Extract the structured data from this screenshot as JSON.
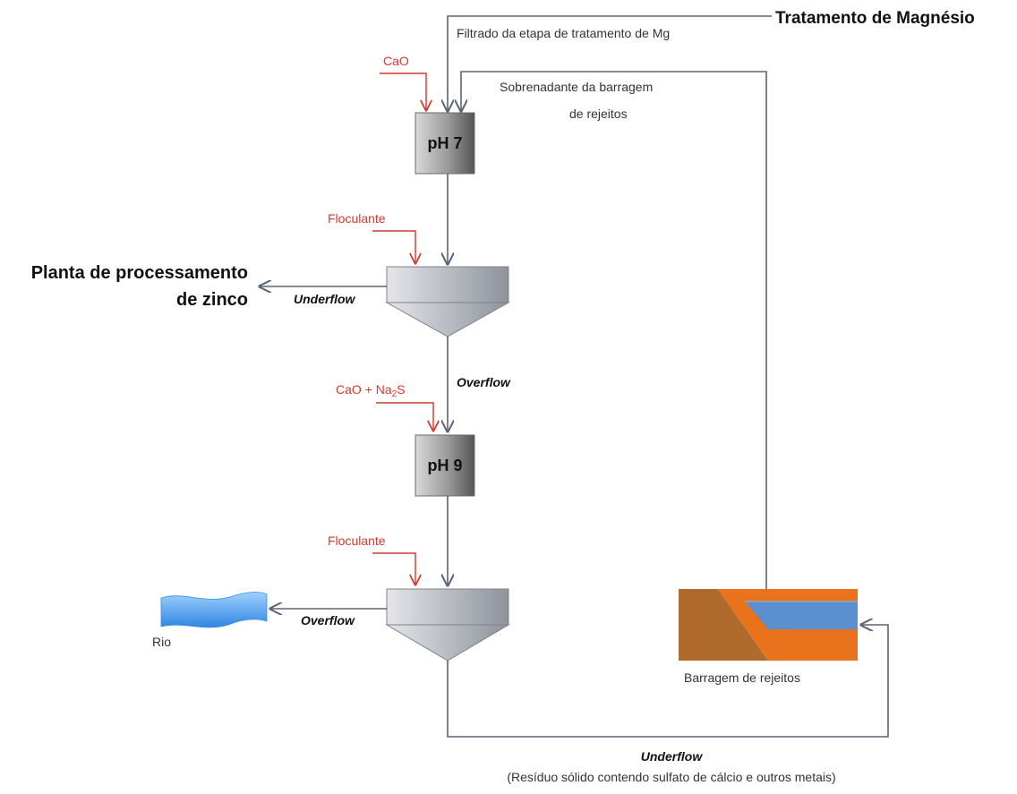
{
  "diagram": {
    "title_right": "Tratamento de Magnésio",
    "filtrate_label": "Filtrado da etapa de tratamento de Mg",
    "supernatant_line1": "Sobrenadante da barragem",
    "supernatant_line2": "de rejeitos",
    "reagent_cao": "CaO",
    "reagent_floc_1": "Floculante",
    "reagent_cao_na2s_prefix": "CaO + Na",
    "reagent_cao_na2s_sub": "2",
    "reagent_cao_na2s_suffix": "S",
    "reagent_floc_2": "Floculante",
    "tank_1": "pH 7",
    "tank_2": "pH 9",
    "zinc_plant_line1": "Planta de processamento",
    "zinc_plant_line2": "de zinco",
    "flow_underflow_1": "Underflow",
    "flow_overflow_1": "Overflow",
    "flow_overflow_2": "Overflow",
    "river_label": "Rio",
    "dam_label": "Barragem de rejeitos",
    "bottom_underflow": "Underflow",
    "bottom_residue": "(Resíduo sólido contendo sulfato de cálcio e outros metais)"
  },
  "colors": {
    "reagent_red": "#d23a2f",
    "line_blue": "#5a6478",
    "water_blue": "#3a8fde",
    "dam_brown": "#b06a2c",
    "dam_orange": "#e8731c",
    "dam_water": "#5b8fd0"
  }
}
